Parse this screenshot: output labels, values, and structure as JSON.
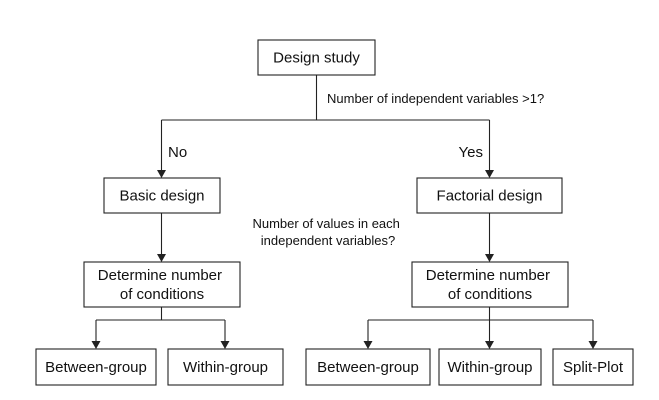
{
  "nodes": {
    "design_study": "Design study",
    "basic_design": "Basic design",
    "factorial_design": "Factorial design",
    "left_determine": [
      "Determine number",
      "of conditions"
    ],
    "right_determine": [
      "Determine number",
      "of conditions"
    ],
    "left_between": "Between-group",
    "left_within": "Within-group",
    "right_between": "Between-group",
    "right_within": "Within-group",
    "right_split": "Split-Plot"
  },
  "questions": {
    "q1": "Number of independent variables >1?",
    "q2": [
      "Number of values in each",
      "independent variables?"
    ]
  },
  "branches": {
    "no": "No",
    "yes": "Yes"
  }
}
